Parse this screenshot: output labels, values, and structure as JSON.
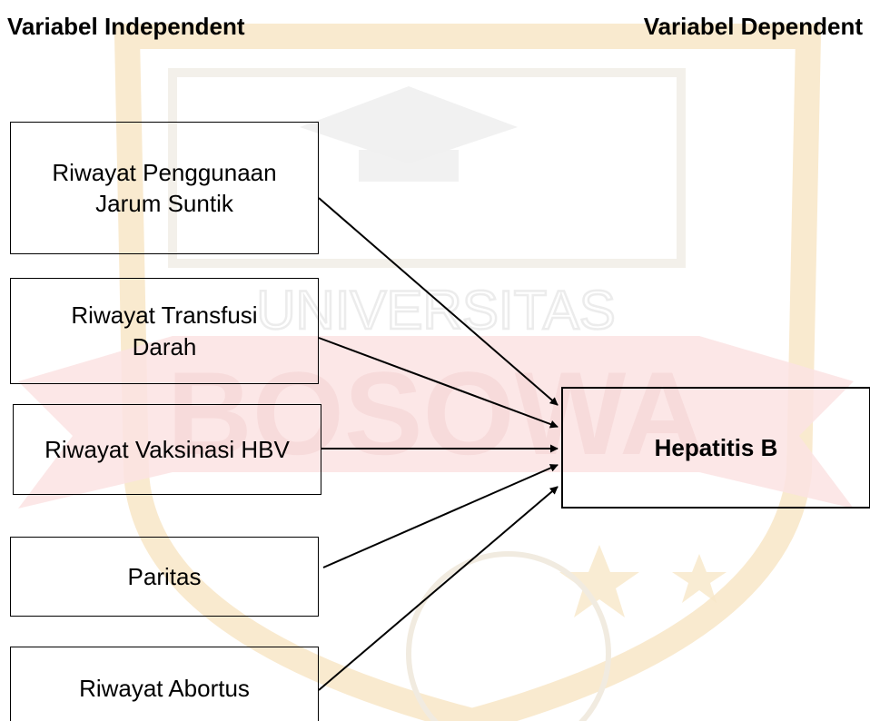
{
  "headings": {
    "independent": "Variabel Independent",
    "dependent": "Variabel Dependent"
  },
  "watermark": {
    "text_top": "UNIVERSITAS",
    "text_main": "BOSOWA",
    "color": "#f5d9a8",
    "accent_color": "#f6c9c9"
  },
  "independent_variables": [
    {
      "label": "Riwayat Penggunaan Jarum Suntik"
    },
    {
      "label": "Riwayat Transfusi Darah"
    },
    {
      "label": "Riwayat Vaksinasi HBV"
    },
    {
      "label": "Paritas"
    },
    {
      "label": "Riwayat Abortus"
    }
  ],
  "dependent_variable": {
    "label": "Hepatitis B"
  },
  "edges": [
    {
      "from": "Riwayat Penggunaan Jarum Suntik",
      "to": "Hepatitis B"
    },
    {
      "from": "Riwayat Transfusi Darah",
      "to": "Hepatitis B"
    },
    {
      "from": "Riwayat Vaksinasi HBV",
      "to": "Hepatitis B"
    },
    {
      "from": "Paritas",
      "to": "Hepatitis B"
    },
    {
      "from": "Riwayat Abortus",
      "to": "Hepatitis B"
    }
  ]
}
